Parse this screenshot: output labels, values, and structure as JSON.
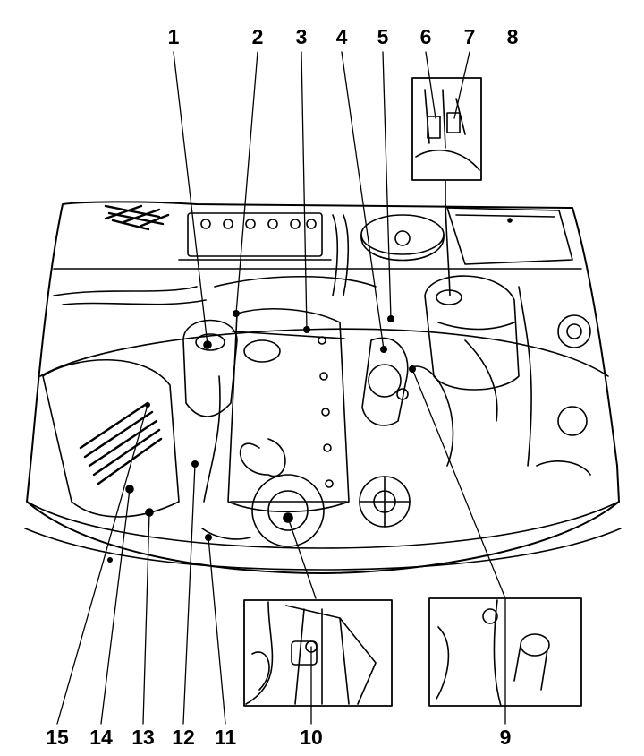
{
  "colors": {
    "ink": "#000000",
    "paper": "#ffffff"
  },
  "callouts": [
    {
      "label": "1"
    },
    {
      "label": "2"
    },
    {
      "label": "3"
    },
    {
      "label": "4"
    },
    {
      "label": "5"
    },
    {
      "label": "6"
    },
    {
      "label": "7"
    },
    {
      "label": "8"
    },
    {
      "label": "9"
    },
    {
      "label": "10"
    },
    {
      "label": "11"
    },
    {
      "label": "12"
    },
    {
      "label": "13"
    },
    {
      "label": "14"
    },
    {
      "label": "15"
    }
  ]
}
